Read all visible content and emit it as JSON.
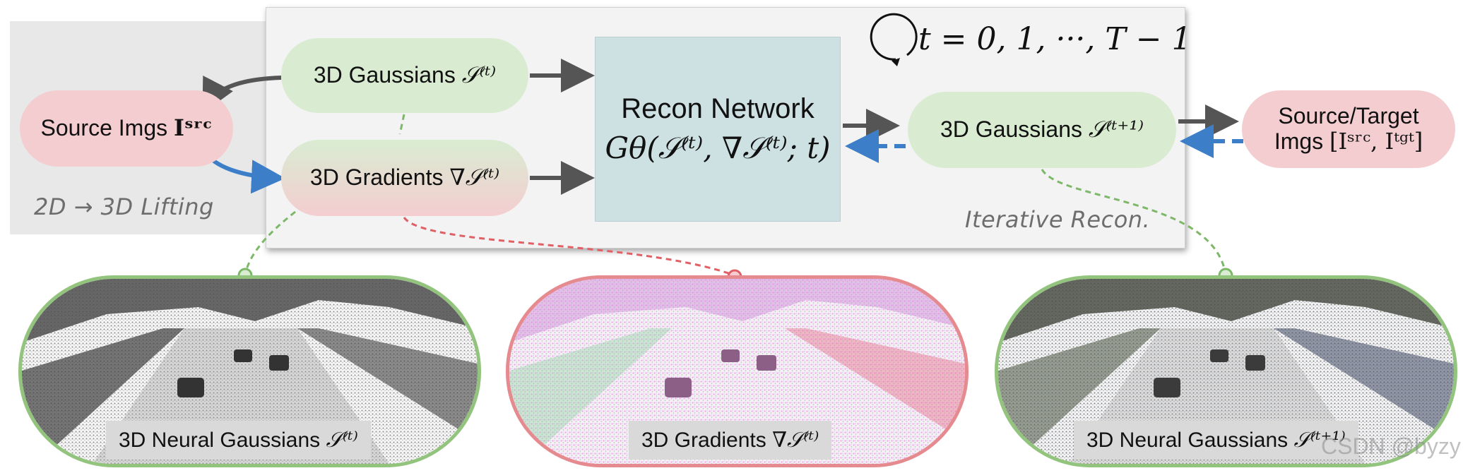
{
  "lifting": {
    "label": "2D → 3D Lifting"
  },
  "iterative": {
    "label": "Iterative Recon.",
    "loop": "t = 0, 1, ···, T − 1"
  },
  "nodes": {
    "source": {
      "label": "Source Imgs",
      "math": "Iˢʳᶜ"
    },
    "gaussians_t": {
      "label": "3D Gaussians",
      "math": "𝒮⁽ᵗ⁾"
    },
    "gradients_t": {
      "label": "3D Gradients",
      "math": "∇𝒮⁽ᵗ⁾"
    },
    "network": {
      "title": "Recon Network",
      "formula": "Gθ(𝒮⁽ᵗ⁾, ∇𝒮⁽ᵗ⁾; t)"
    },
    "gaussians_t1": {
      "label": "3D Gaussians",
      "math": "𝒮⁽ᵗ⁺¹⁾"
    },
    "target": {
      "line1": "Source/Target",
      "line2": "Imgs",
      "math": "[Iˢʳᶜ, Iᵗᵍᵗ]"
    }
  },
  "panels": [
    {
      "caption": "3D Neural Gaussians",
      "math": "𝒮⁽ᵗ⁾"
    },
    {
      "caption": "3D Gradients",
      "math": "∇𝒮⁽ᵗ⁾"
    },
    {
      "caption": "3D Neural Gaussians",
      "math": "𝒮⁽ᵗ⁺¹⁾"
    }
  ],
  "watermark": "CSDN @byzy",
  "colors": {
    "green_fill": "#d9ecd2",
    "red_fill": "#f4cdd0",
    "network_fill": "#cde0e2",
    "blue_arrow": "#3d7ec9",
    "dark_arrow": "#555555"
  }
}
